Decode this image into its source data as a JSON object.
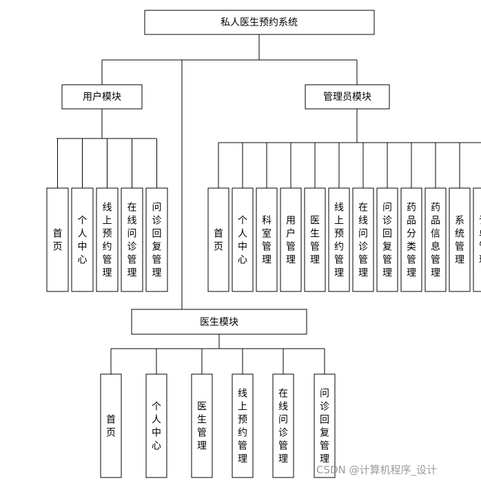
{
  "root": {
    "label": "私人医生预约系统"
  },
  "modules": {
    "user": {
      "label": "用户模块",
      "items": [
        "首页",
        "个人中心",
        "线上预约管理",
        "在线问诊管理",
        "问诊回复管理"
      ]
    },
    "admin": {
      "label": "管理员模块",
      "items": [
        "首页",
        "个人中心",
        "科室管理",
        "用户管理",
        "医生管理",
        "线上预约管理",
        "在线问诊管理",
        "问诊回复管理",
        "药品分类管理",
        "药品信息管理",
        "系统管理",
        "订单管理"
      ]
    },
    "doctor": {
      "label": "医生模块",
      "items": [
        "首页",
        "个人中心",
        "医生管理",
        "线上预约管理",
        "在线问诊管理",
        "问诊回复管理"
      ]
    }
  },
  "watermark": "CSDN @计算机程序_设计"
}
